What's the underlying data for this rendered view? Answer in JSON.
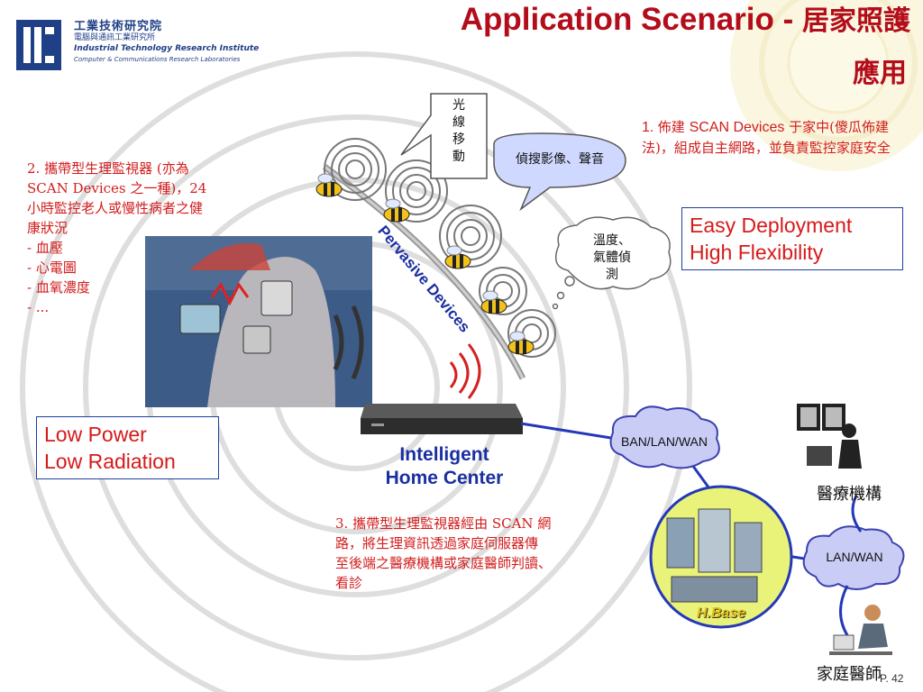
{
  "header": {
    "logo": {
      "line1": "工業技術研究院",
      "line2": "電腦與通訊工業研究所",
      "line3": "Industrial Technology Research Institute",
      "line4": "Computer & Communications Research Laboratories"
    },
    "title_en": "Application Scenario - ",
    "title_zh_1": "居家照護",
    "title_zh_2": "應用"
  },
  "notes": {
    "note1": {
      "num": "1. ",
      "part1": "佈建 ",
      "en": "SCAN Devices",
      "part2": " 于家中(傻瓜佈建法)，組成自主網路，並負責監控家庭安全"
    },
    "note2": {
      "line1": "2. 攜帶型生理監視器 (亦為",
      "line2": "SCAN Devices 之一種)，24",
      "line3": "小時監控老人或慢性病者之健",
      "line4": "康狀況",
      "item1": "- 血壓",
      "item2": "- 心電圖",
      "item3": "- 血氧濃度",
      "item4": "- ..."
    },
    "note3": {
      "line1": "3. 攜帶型生理監視器經由 SCAN 網",
      "line2": "路，將生理資訊透過家庭伺服器傳",
      "line3": "至後端之醫療機構或家庭醫師判讀、",
      "line4": "看診"
    }
  },
  "features": {
    "left": {
      "line1": "Low Power",
      "line2": "Low Radiation"
    },
    "right": {
      "line1": "Easy Deployment",
      "line2": "High Flexibility"
    }
  },
  "bubbles": {
    "light": [
      "光",
      "線",
      "移",
      "動"
    ],
    "detect": "偵搜影像、聲音",
    "temp": {
      "line1": "溫度、",
      "line2": "氣體偵",
      "line3": "測"
    }
  },
  "diagram": {
    "pervasive_label": "Pervasive Devices",
    "hub_line1": "Intelligent",
    "hub_line2": "Home Center",
    "cloud1": "BAN/LAN/WAN",
    "cloud2": "LAN/WAN",
    "hbase": "H.Base",
    "medical": "醫療機構",
    "doctor": "家庭醫師",
    "page": "P. 42"
  },
  "colors": {
    "title_red": "#b30d1b",
    "note_red": "#d21c1c",
    "box_blue": "#1f3fa0",
    "link_blue": "#2a3aa8",
    "cloud_fill": "#c9ccf4"
  }
}
